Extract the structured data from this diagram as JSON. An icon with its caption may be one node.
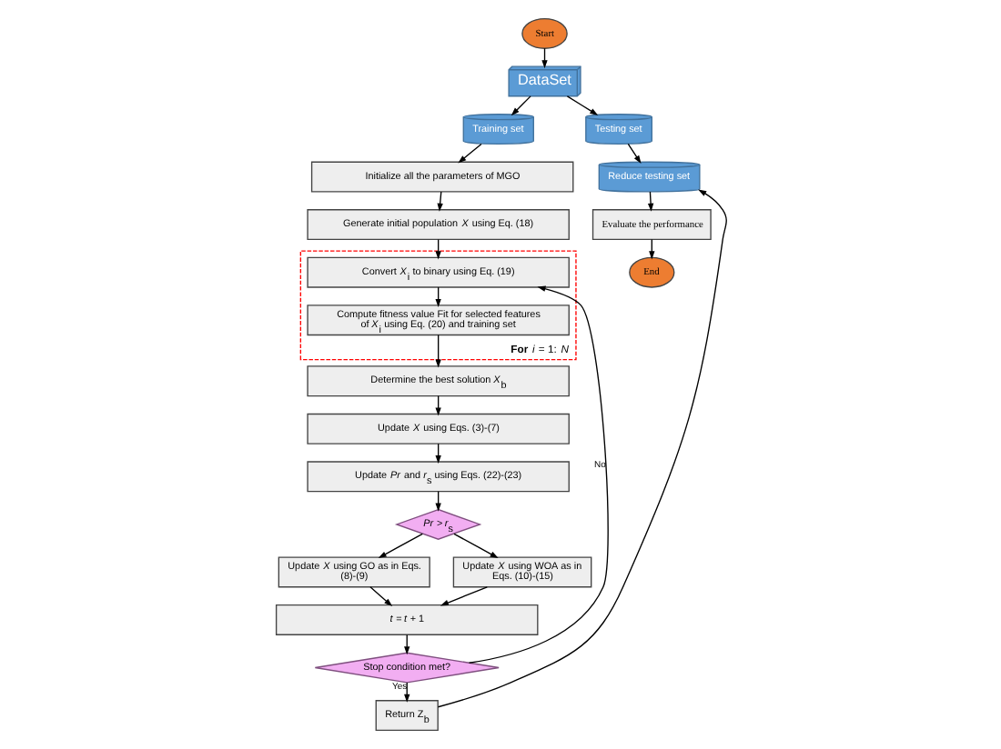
{
  "diagram": {
    "nodes": [
      {
        "text": [
          "Start"
        ]
      },
      {
        "text": [
          "DataSet"
        ]
      },
      {
        "text": [
          "Training set"
        ]
      },
      {
        "text": [
          "Testing set"
        ]
      },
      {
        "text": [
          "Reduce testing set"
        ]
      },
      {
        "text": [
          "Evaluate the performance"
        ]
      },
      {
        "text": [
          "End"
        ]
      },
      {
        "text": [
          "**For** *i* = 1: *N*"
        ]
      },
      {
        "text": [
          "Initialize all the parameters of MGO"
        ]
      },
      {
        "text": [
          "Generate initial population *X* using Eq. (18)"
        ]
      },
      {
        "text": [
          "Convert *X*$_{i}$ to binary using Eq. (19)"
        ],
        "in": 7
      },
      {
        "text": [
          "Compute fitness value Fit for selected features of *X*$_{i}$ using Eq. (20) and training set"
        ],
        "in": 7
      },
      {
        "text": [
          "Determine the best solution *X*$_{b}$"
        ]
      },
      {
        "text": [
          "Update *X* using Eqs. (3)-(7)"
        ]
      },
      {
        "text": [
          "Update *Pr* and *r*$_{s}$ using Eqs. (22)-(23)"
        ]
      },
      {
        "text": [
          "*Pr* > *r*$_{s}$"
        ]
      },
      {
        "text": [
          "Update *X* using GO as in Eqs. (8)-(9)"
        ]
      },
      {
        "text": [
          "Update *X* using WOA as in Eqs. (10)-(15)"
        ]
      },
      {
        "text": [
          "*t* = *t* + 1"
        ]
      },
      {
        "text": [
          "Stop condition met?"
        ]
      },
      {
        "text": [
          "Return Z$_{b}$"
        ]
      }
    ],
    "edges": [
      {
        "from": 0,
        "to": 1,
        "arrow": "to"
      },
      {
        "from": 1,
        "to": 2,
        "arrow": "to"
      },
      {
        "from": 1,
        "to": 3,
        "arrow": "to"
      },
      {
        "from": 3,
        "to": 4,
        "arrow": "to"
      },
      {
        "from": 4,
        "to": 5,
        "arrow": "to"
      },
      {
        "from": 5,
        "to": 6,
        "arrow": "to"
      },
      {
        "from": 2,
        "to": 8,
        "arrow": "to"
      },
      {
        "from": 8,
        "to": 9,
        "arrow": "to"
      },
      {
        "from": 9,
        "to": 10,
        "arrow": "to"
      },
      {
        "from": 10,
        "to": 11,
        "arrow": "to"
      },
      {
        "from": 11,
        "to": 12,
        "arrow": "to"
      },
      {
        "from": 12,
        "to": 13,
        "arrow": "to"
      },
      {
        "from": 13,
        "to": 14,
        "arrow": "to"
      },
      {
        "from": 14,
        "to": 15,
        "arrow": "to"
      },
      {
        "from": 15,
        "to": 16,
        "arrow": "to"
      },
      {
        "from": 15,
        "to": 17,
        "arrow": "to"
      },
      {
        "from": 16,
        "to": 18,
        "arrow": "to"
      },
      {
        "from": 17,
        "to": 18,
        "arrow": "to"
      },
      {
        "from": 18,
        "to": 19,
        "arrow": "to"
      },
      {
        "from": 19,
        "to": 10,
        "label": "No",
        "arrow": "to"
      },
      {
        "from": 19,
        "to": 20,
        "label": "Yes",
        "arrow": "to"
      },
      {
        "from": 20,
        "to": 4,
        "arrow": "to"
      }
    ]
  }
}
